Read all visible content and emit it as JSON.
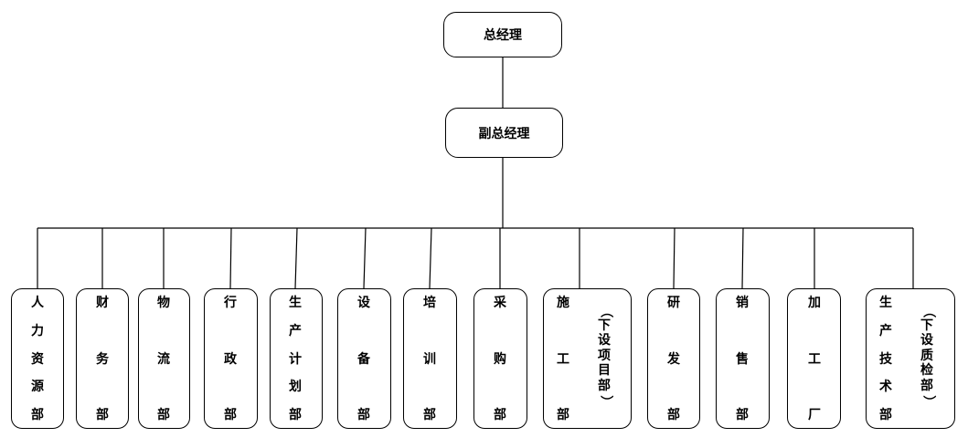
{
  "top": {
    "general_manager": "总经理",
    "deputy_manager": "副总经理"
  },
  "departments": [
    {
      "id": "hr",
      "label": "人力资源部"
    },
    {
      "id": "finance",
      "label": "财务部"
    },
    {
      "id": "logistics",
      "label": "物流部"
    },
    {
      "id": "admin",
      "label": "行政部"
    },
    {
      "id": "production-planning",
      "label": "生产计划部"
    },
    {
      "id": "equipment",
      "label": "设备部"
    },
    {
      "id": "training",
      "label": "培训部"
    },
    {
      "id": "purchasing",
      "label": "采购部"
    },
    {
      "id": "construction",
      "label": "施工部",
      "note": "（下设项目部）"
    },
    {
      "id": "rnd",
      "label": "研发部"
    },
    {
      "id": "sales",
      "label": "销售部"
    },
    {
      "id": "processing-plant",
      "label": "加工厂"
    },
    {
      "id": "production-technology",
      "label": "生产技术部",
      "note": "（下设质检部）"
    }
  ]
}
